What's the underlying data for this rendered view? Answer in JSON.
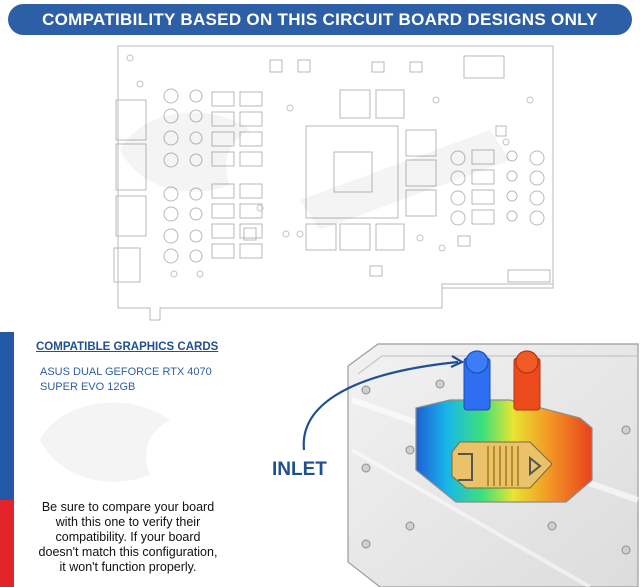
{
  "banner": {
    "title": "COMPATIBILITY BASED ON THIS CIRCUIT BOARD DESIGNS ONLY"
  },
  "compatible": {
    "heading": "COMPATIBLE GRAPHICS CARDS",
    "cards": [
      "ASUS DUAL GEFORCE RTX 4070",
      "SUPER EVO 12GB"
    ]
  },
  "note": {
    "lines": [
      "Be sure to compare your board",
      "with this one to verify their",
      "compatibility. If your board",
      "doesn't match this configuration,",
      "it won't function properly."
    ]
  },
  "block": {
    "inlet_label": "INLET"
  },
  "colors": {
    "accent_blue": "#2d5fa7",
    "accent_red": "#e2252b"
  },
  "icons": {
    "watermark": "brand-watermark-icon"
  }
}
